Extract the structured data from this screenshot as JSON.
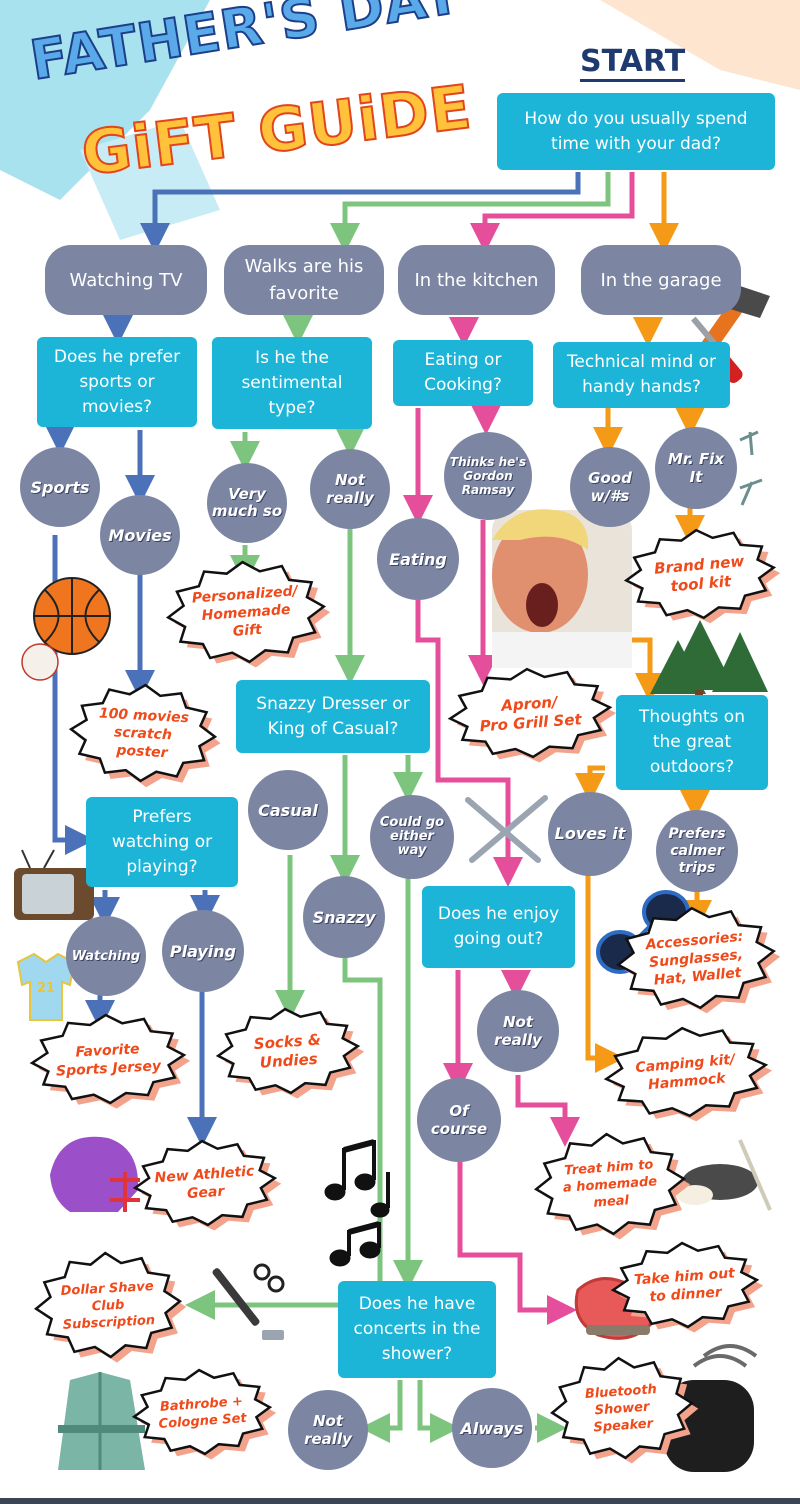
{
  "title": {
    "line1": "FATHER'S DAY",
    "line2": "GiFT GUiDE"
  },
  "start_label": "START",
  "colors": {
    "question_box": "#1cb5d8",
    "node": "#7c86a3",
    "answer_text": "#f04a1a",
    "path_blue": "#4b72b8",
    "path_green": "#7dc47e",
    "path_pink": "#e54e9a",
    "path_orange": "#f59a16"
  },
  "questions": {
    "start": "How do you usually spend time with your dad?",
    "sports_movies": "Does he prefer sports or movies?",
    "sentimental": "Is he the sentimental type?",
    "eating_cooking": "Eating or Cooking?",
    "technical": "Technical mind or handy hands?",
    "dresser": "Snazzy Dresser or King of Casual?",
    "outdoors": "Thoughts on the great outdoors?",
    "watching_playing": "Prefers watching or playing?",
    "going_out": "Does he enjoy going out?",
    "concerts": "Does he have concerts in the shower?"
  },
  "pills": {
    "tv": "Watching TV",
    "walks": "Walks are his favorite",
    "kitchen": "In the kitchen",
    "garage": "In the garage"
  },
  "nodes": {
    "sports": "Sports",
    "movies": "Movies",
    "very_much": "Very much so",
    "not_really_1": "Not really",
    "gordon": "Thinks he's Gordon Ramsay",
    "good_nums": "Good w/#s",
    "fix_it": "Mr. Fix It",
    "eating": "Eating",
    "casual": "Casual",
    "either_way": "Could go either way",
    "loves_it": "Loves it",
    "calmer_trips": "Prefers calmer trips",
    "snazzy": "Snazzy",
    "watching": "Watching",
    "playing": "Playing",
    "not_really_2": "Not really",
    "of_course": "Of course",
    "not_really_3": "Not really",
    "always": "Always"
  },
  "gifts": {
    "personalized": [
      "Personalized/",
      "Homemade",
      "Gift"
    ],
    "tool_kit": [
      "Brand new",
      "tool kit"
    ],
    "movies_poster": [
      "100 movies",
      "scratch",
      "poster"
    ],
    "apron": [
      "Apron/",
      "Pro Grill Set"
    ],
    "accessories": [
      "Accessories:",
      "Sunglasses,",
      "Hat, Wallet"
    ],
    "jersey": [
      "Favorite",
      "Sports Jersey"
    ],
    "socks": [
      "Socks &",
      "Undies"
    ],
    "camping": [
      "Camping kit/",
      "Hammock"
    ],
    "athletic": [
      "New Athletic",
      "Gear"
    ],
    "homemade_meal": [
      "Treat him to",
      "a homemade",
      "meal"
    ],
    "dinner": [
      "Take him out",
      "to dinner"
    ],
    "shave": [
      "Dollar Shave",
      "Club",
      "Subscription"
    ],
    "bathrobe": [
      "Bathrobe +",
      "Cologne Set"
    ],
    "speaker": [
      "Bluetooth",
      "Shower",
      "Speaker"
    ]
  },
  "jersey_number": "21"
}
